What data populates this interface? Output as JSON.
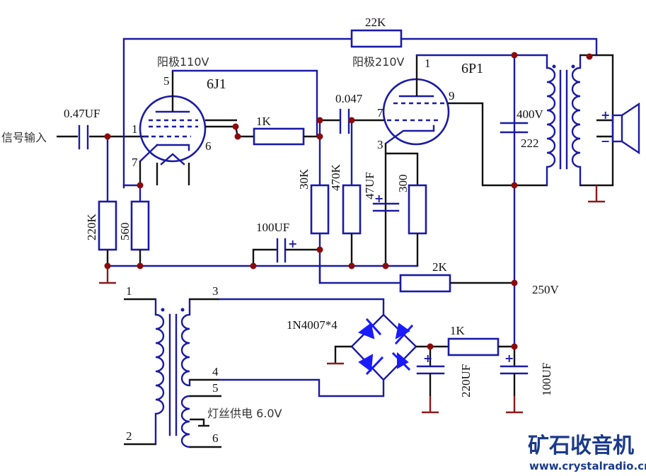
{
  "diagram": {
    "title": "6J1 + 6P1 tube amplifier schematic",
    "input_label": "信号输入",
    "tube1": {
      "name": "6J1",
      "anode_voltage": "阳极110V",
      "pins": {
        "p1": "1",
        "p5": "5",
        "p6": "6",
        "p7": "7"
      }
    },
    "tube2": {
      "name": "6P1",
      "anode_voltage": "阳极210V",
      "pins": {
        "p1": "1",
        "p3": "3",
        "p7": "7",
        "p9": "9"
      }
    },
    "components": {
      "c_in": "0.47UF",
      "r_feedback": "22K",
      "r_grid": "1K",
      "c_couple": "0.047",
      "r_220k": "220K",
      "r_560": "560",
      "r_30k": "30K",
      "r_470k": "470K",
      "c_47uf": "47UF",
      "r_300": "300",
      "c_100uf_bypass": "100UF",
      "r_2k": "2K",
      "c_out_v": "400V",
      "c_out_val": "222",
      "bridge": "1N4007*4",
      "r_filter": "1K",
      "c_220uf": "220UF",
      "c_100uf_filter": "100UF",
      "b_plus": "250V",
      "heater": "灯丝供电 6.0V"
    },
    "transformer_pins": {
      "t1": "1",
      "t2": "2",
      "t3": "3",
      "t4": "4",
      "t5": "5",
      "t6": "6"
    },
    "polarity": {
      "plus": "+",
      "minus": "−"
    }
  },
  "watermark": {
    "title": "矿石收音机",
    "url": "www.crystalradio.cn"
  }
}
